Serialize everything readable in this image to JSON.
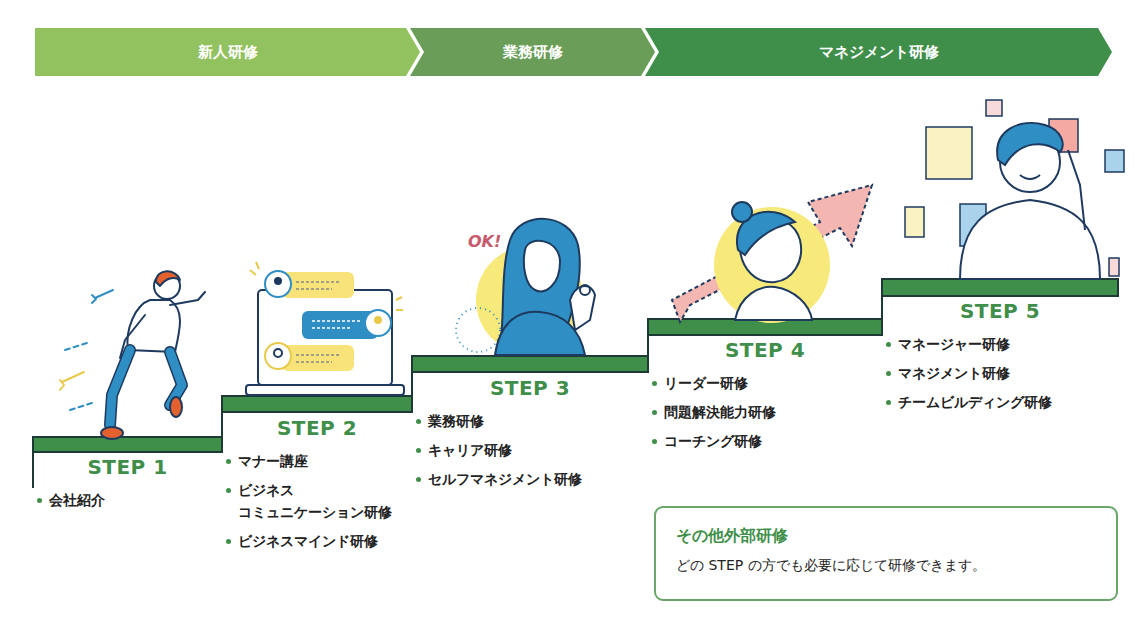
{
  "diagram": {
    "nodes": [
      {
        "text": [
          "新人研修"
        ]
      },
      {
        "text": [
          "業務研修"
        ]
      },
      {
        "text": [
          "マネジメント研修"
        ]
      },
      {
        "text": [
          "STEP 1",
          "会社紹介"
        ]
      },
      {
        "text": [
          "STEP 2",
          "マナー講座",
          "ビジネス コミュニケーション研修",
          "ビジネスマインド研修"
        ]
      },
      {
        "text": [
          "STEP 3",
          "業務研修",
          "キャリア研修",
          "セルフマネジメント研修"
        ]
      },
      {
        "text": [
          "STEP 4",
          "リーダー研修",
          "問題解決能力研修",
          "コーチング研修"
        ]
      },
      {
        "text": [
          "STEP 5",
          "マネージャー研修",
          "マネジメント研修",
          "チームビルディング研修"
        ]
      },
      {
        "text": [
          "その他外部研修",
          "どの STEP の方でも必要に応じて研修できます。"
        ]
      }
    ],
    "labels": [
      "OK!"
    ]
  }
}
